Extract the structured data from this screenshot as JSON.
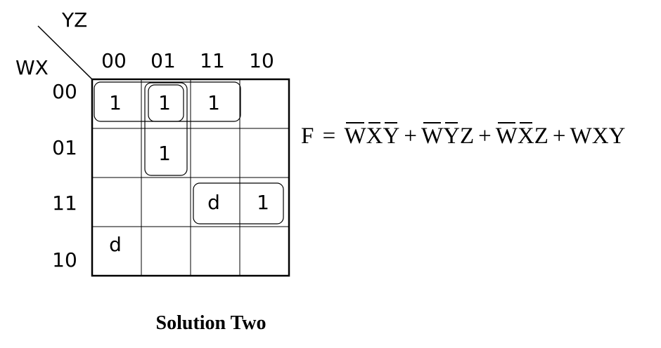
{
  "kmap": {
    "col_var": "YZ",
    "row_var": "WX",
    "col_labels": [
      "00",
      "01",
      "11",
      "10"
    ],
    "row_labels": [
      "00",
      "01",
      "11",
      "10"
    ],
    "cells": [
      [
        "1",
        "1",
        "1",
        ""
      ],
      [
        "",
        "1",
        "",
        ""
      ],
      [
        "",
        "",
        "d",
        "1"
      ],
      [
        "d",
        "",
        "",
        ""
      ]
    ],
    "groups": [
      {
        "name": "group-row00-cols00-11",
        "rows": [
          0,
          0
        ],
        "cols": [
          0,
          2
        ]
      },
      {
        "name": "group-col01-rows00-01",
        "rows": [
          0,
          1
        ],
        "cols": [
          1,
          1
        ]
      },
      {
        "name": "group-cell-00-01",
        "rows": [
          0,
          0
        ],
        "cols": [
          1,
          1
        ]
      },
      {
        "name": "group-row11-cols11-10",
        "rows": [
          2,
          2
        ],
        "cols": [
          2,
          3
        ]
      }
    ]
  },
  "equation": {
    "lhs": "F",
    "equals": "=",
    "terms": [
      {
        "name": "term-1",
        "literals": [
          {
            "v": "W",
            "bar": true
          },
          {
            "v": "X",
            "bar": true
          },
          {
            "v": "Y",
            "bar": true
          }
        ]
      },
      {
        "name": "term-2",
        "literals": [
          {
            "v": "W",
            "bar": true
          },
          {
            "v": "Y",
            "bar": true
          },
          {
            "v": "Z",
            "bar": false
          }
        ]
      },
      {
        "name": "term-3",
        "literals": [
          {
            "v": "W",
            "bar": true
          },
          {
            "v": "X",
            "bar": true
          },
          {
            "v": "Z",
            "bar": false
          }
        ]
      },
      {
        "name": "term-4",
        "literals": [
          {
            "v": "W",
            "bar": false
          },
          {
            "v": "X",
            "bar": false
          },
          {
            "v": "Y",
            "bar": false
          }
        ]
      }
    ],
    "plus": "+"
  },
  "caption": "Solution Two"
}
